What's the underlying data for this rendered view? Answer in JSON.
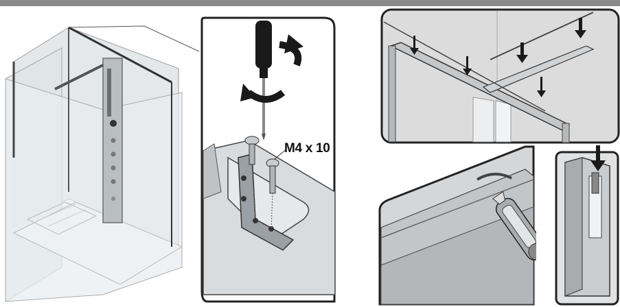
{
  "header": {
    "bar_color": "#8a8a8a"
  },
  "illustrations": {
    "shower_cabin": {
      "icon": "shower-cabin-overview"
    },
    "screw_detail": {
      "icon": "screwdriver-bracket-detail",
      "screw_label": "M4 x 10"
    },
    "top_rail": {
      "icon": "top-rail-assembly"
    },
    "cutter_detail": {
      "icon": "utility-knife-trim"
    },
    "profile_detail": {
      "icon": "profile-cap-insert"
    }
  },
  "colors": {
    "outline": "#222222",
    "glass": "#dde3e6",
    "metal": "#bfc4c7",
    "dark": "#1a1a1a",
    "panel_bg": "#d8d8d8"
  }
}
